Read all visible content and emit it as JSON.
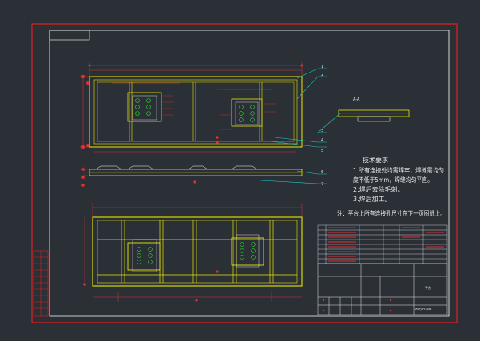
{
  "drawing": {
    "section_label": "A-A",
    "tech_requirements": {
      "title": "技术要求",
      "lines": [
        "1.所有连接处均需焊牢，焊缝需均匀",
        "度不低于5mm，焊缝均匀平直。",
        "2.焊后去除毛刺。",
        "3.焊后加工。"
      ]
    },
    "note": "注：平台上所有连接孔尺寸在下一页图纸上。",
    "callouts": [
      "1",
      "2",
      "3",
      "4",
      "5",
      "6",
      "7"
    ],
    "title_block": {
      "drawing_name": "平台",
      "drawing_no": "ZX-TJ-PT-0001"
    },
    "colors": {
      "background": "#2b2f36",
      "frame": "#e02020",
      "paper_border": "#ffffff",
      "structure": "#e8e800",
      "dimension": "#e03030",
      "hole": "#28e028",
      "detail": "#e8e8e8",
      "leader": "#20c8c8"
    }
  }
}
